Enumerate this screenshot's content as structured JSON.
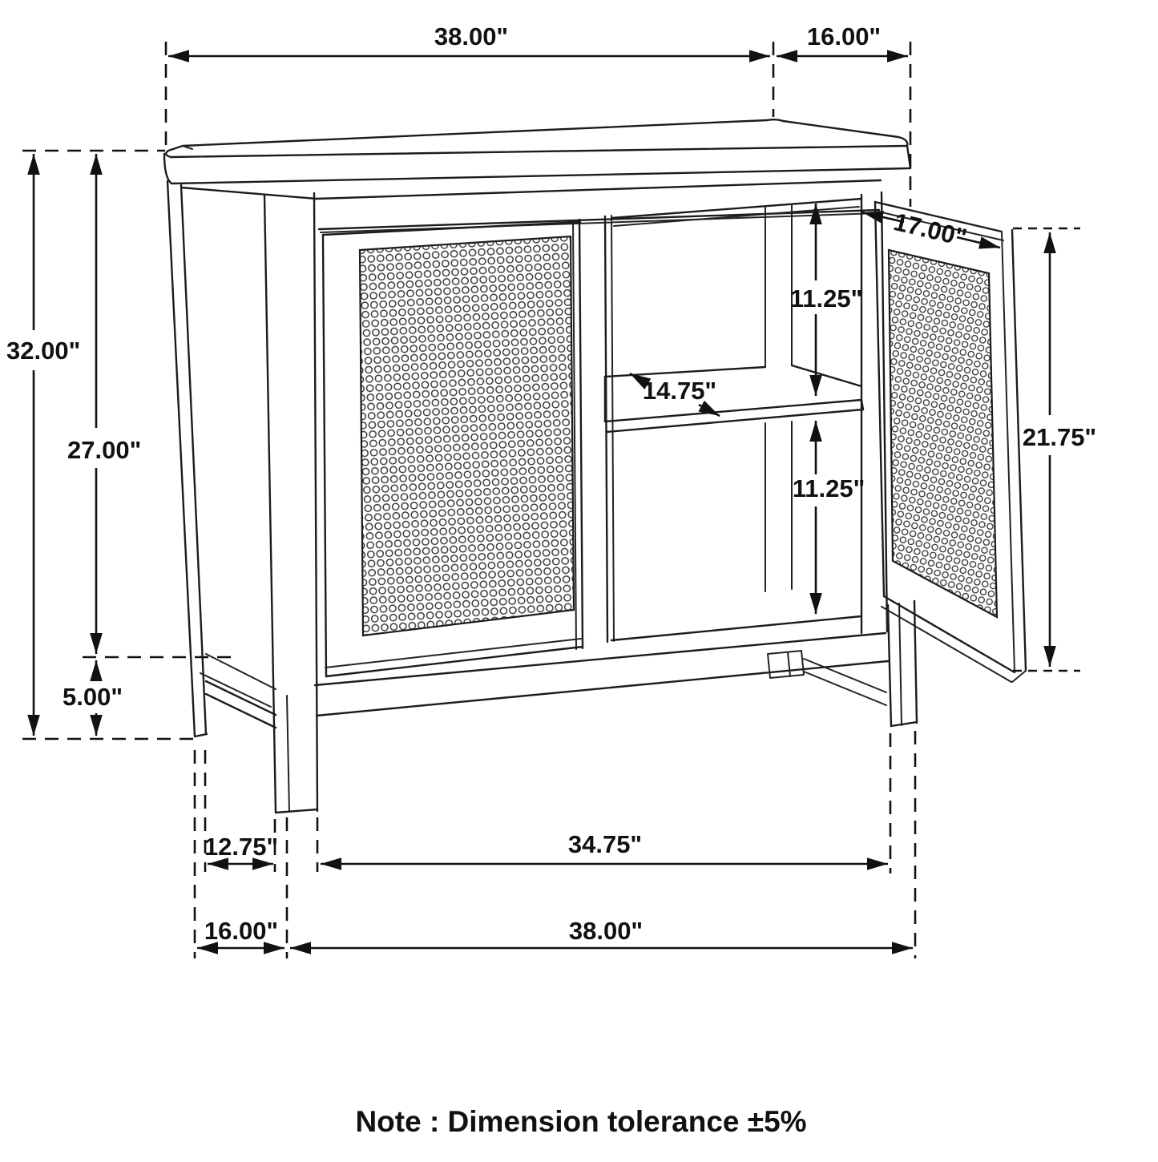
{
  "note": "Note : Dimension tolerance ±5%",
  "dims": {
    "top_width": "38.00\"",
    "top_depth": "16.00\"",
    "overall_height": "32.00\"",
    "case_height": "27.00\"",
    "leg_height": "5.00\"",
    "door_width": "17.00\"",
    "upper_compartment_height": "11.25\"",
    "shelf_depth": "14.75\"",
    "lower_compartment_height": "11.25\"",
    "door_height": "21.75\"",
    "foot_depth": "12.75\"",
    "base_depth": "16.00\"",
    "interior_width": "34.75\"",
    "base_width": "38.00\""
  }
}
